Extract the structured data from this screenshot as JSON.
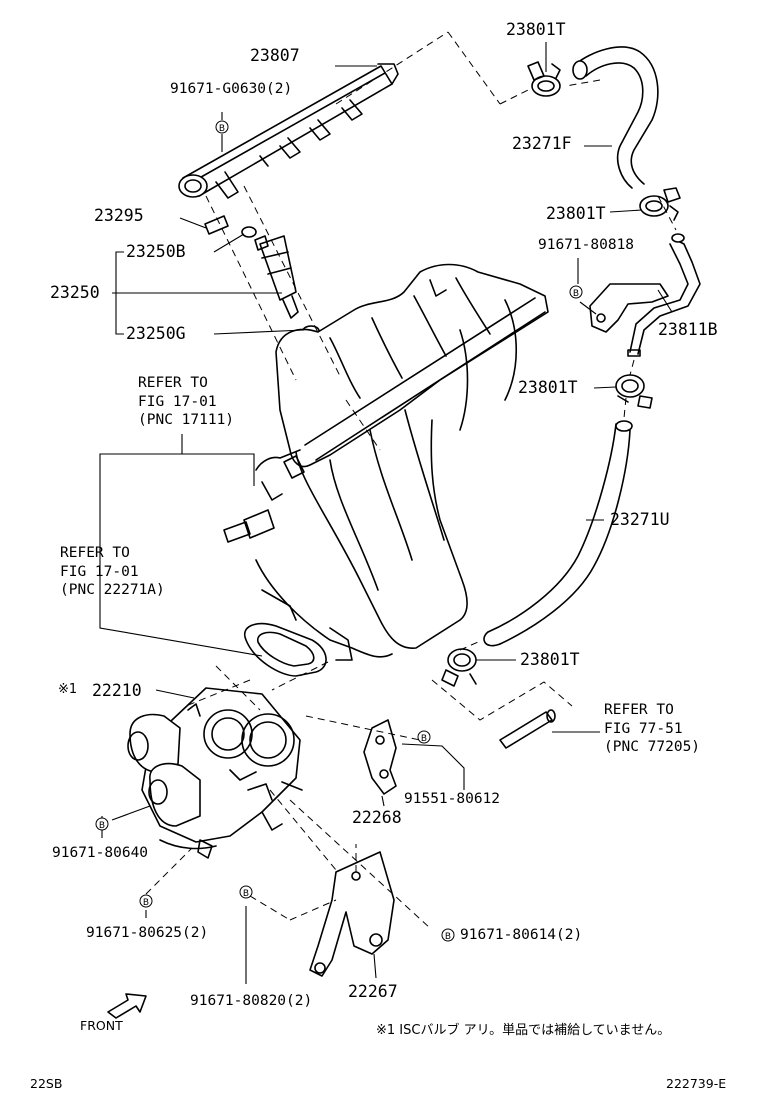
{
  "parts": [
    {
      "id": "p23807",
      "number": "23807"
    },
    {
      "id": "p91671g0630",
      "number": "91671-G0630(2)"
    },
    {
      "id": "p23295",
      "number": "23295"
    },
    {
      "id": "p23250b",
      "number": "23250B"
    },
    {
      "id": "p23250",
      "number": "23250"
    },
    {
      "id": "p23250g",
      "number": "23250G"
    },
    {
      "id": "p23801t_a",
      "number": "23801T"
    },
    {
      "id": "p23271f",
      "number": "23271F"
    },
    {
      "id": "p23801t_b",
      "number": "23801T"
    },
    {
      "id": "p9167180818",
      "number": "91671-80818"
    },
    {
      "id": "p23811b",
      "number": "23811B"
    },
    {
      "id": "p23801t_c",
      "number": "23801T"
    },
    {
      "id": "p23271u",
      "number": "23271U"
    },
    {
      "id": "p23801t_d",
      "number": "23801T"
    },
    {
      "id": "p22210",
      "number": "22210"
    },
    {
      "id": "p9155180612",
      "number": "91551-80612"
    },
    {
      "id": "p22268",
      "number": "22268"
    },
    {
      "id": "p9167180640",
      "number": "91671-80640"
    },
    {
      "id": "p9167180625",
      "number": "91671-80625(2)"
    },
    {
      "id": "p9167180614",
      "number": "91671-80614(2)"
    },
    {
      "id": "p9167180820",
      "number": "91671-80820(2)"
    },
    {
      "id": "p22267",
      "number": "22267"
    }
  ],
  "references": [
    {
      "lines": [
        "REFER TO",
        "FIG 17-01",
        "(PNC 17111)"
      ]
    },
    {
      "lines": [
        "REFER TO",
        "FIG 17-01",
        "(PNC 22271A)"
      ]
    },
    {
      "lines": [
        "REFER TO",
        "FIG 77-51",
        "(PNC 77205)"
      ]
    }
  ],
  "note_mark": "※1",
  "footnote": "※1 ISCバルブ アリ。単品では補給していません。",
  "bolt_marker": "B",
  "front_label": "FRONT",
  "figure_code": "22SB",
  "illustration_id": "222739-E"
}
